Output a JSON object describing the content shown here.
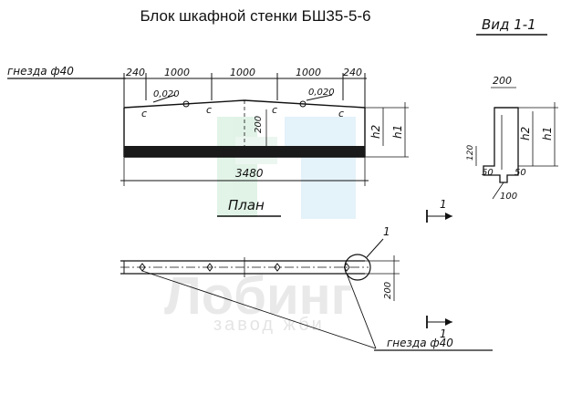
{
  "title": "Блок шкафной стенки БШ35-5-6",
  "view_label": "Вид 1-1",
  "plan_label": "План",
  "watermark": {
    "main": "Лобинг",
    "sub": "завод жби"
  },
  "front_view": {
    "socket_label": "гнезда ф40",
    "top_dims": [
      "240",
      "1000",
      "1000",
      "1000",
      "240"
    ],
    "slope_labels": [
      "0,020",
      "0,020"
    ],
    "mark_label": "с",
    "height_labels": [
      "h2",
      "h1"
    ],
    "inner_dim": "200",
    "total_length": "3480"
  },
  "section_view": {
    "top_dim": "200",
    "height_labels": [
      "h2",
      "h1"
    ],
    "dim_120": "120",
    "dim_50_left": "50",
    "dim_50_right": "50",
    "dim_100": "100"
  },
  "markers": {
    "section_mark": "1",
    "callout_mark": "1"
  },
  "plan_view": {
    "width_dim": "200",
    "socket_label": "гнезда ф40"
  }
}
